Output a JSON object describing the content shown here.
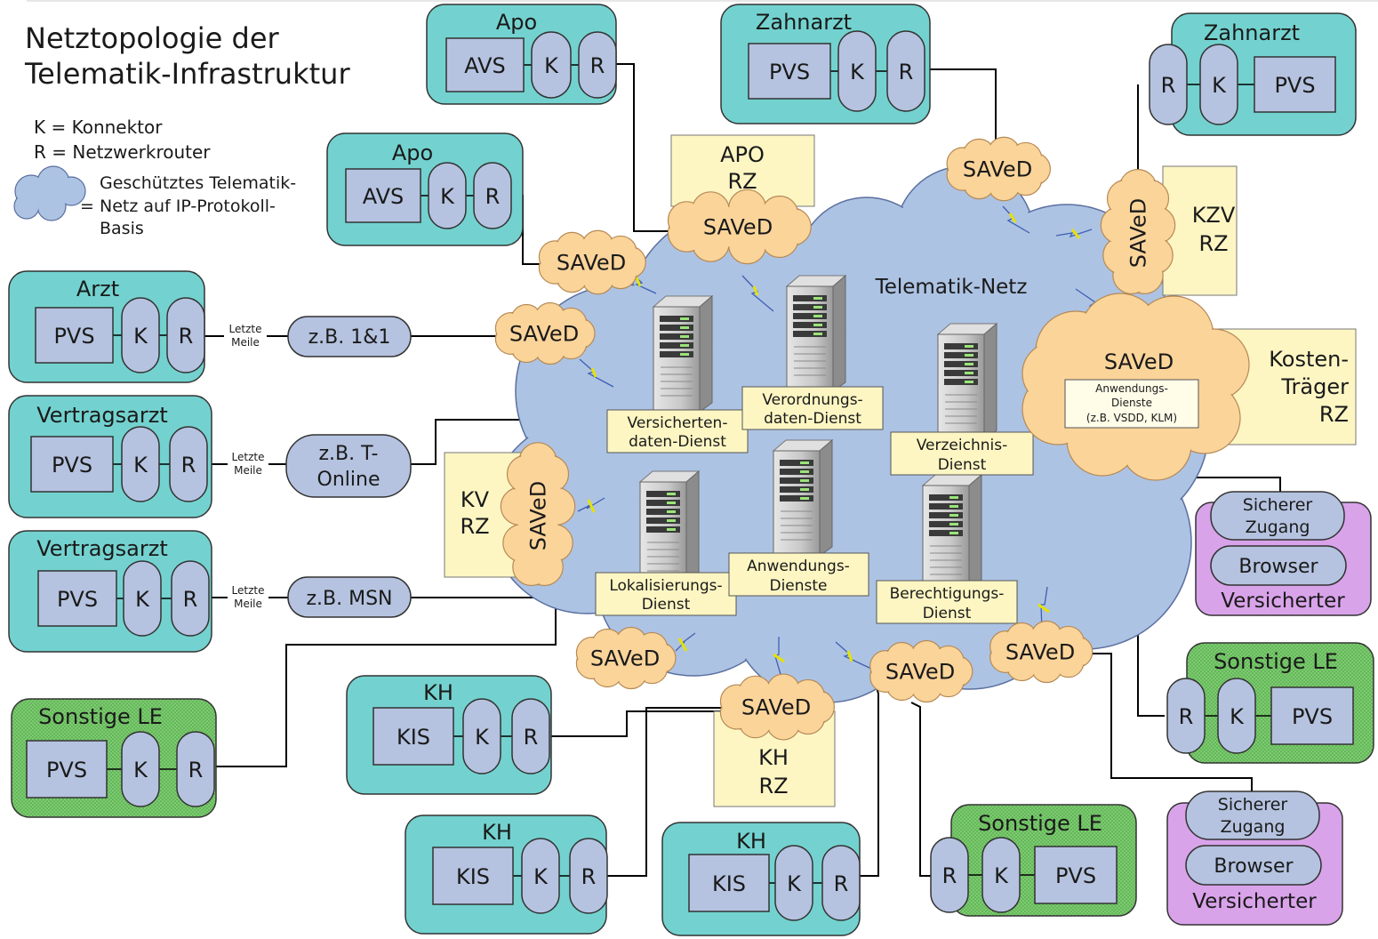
{
  "title_line1": "Netztopologie der",
  "title_line2": "Telematik-Infrastruktur",
  "legend": {
    "k": "K = Konnektor",
    "r": "R = Netzwerkrouter",
    "cloud_line1": "Geschütztes Telematik-",
    "cloud_line2": "Netz auf IP-Protokoll-",
    "cloud_line3": "Basis",
    "equals": "="
  },
  "network_label": "Telematik-Netz",
  "saved": "SAVeD",
  "labels": {
    "avs": "AVS",
    "pvs": "PVS",
    "kis": "KIS",
    "k": "K",
    "r": "R",
    "apo": "Apo",
    "zahnarzt": "Zahnarzt",
    "arzt": "Arzt",
    "vertragsarzt": "Vertragsarzt",
    "sonstige": "Sonstige LE",
    "kh": "KH",
    "letzte": "Letzte",
    "meile": "Meile",
    "sicherer": "Sicherer",
    "zugang": "Zugang",
    "browser": "Browser",
    "versicherter": "Versicherter"
  },
  "isps": {
    "isp1": "z.B. 1&1",
    "isp2_line1": "z.B. T-",
    "isp2_line2": "Online",
    "isp3": "z.B. MSN"
  },
  "rz": {
    "apo_line1": "APO",
    "apo_line2": "RZ",
    "kzv_line1": "KZV",
    "kzv_line2": "RZ",
    "kv_line1": "KV",
    "kv_line2": "RZ",
    "kh_line1": "KH",
    "kh_line2": "RZ",
    "kt_line1": "Kosten-",
    "kt_line2": "Träger",
    "kt_line3": "RZ",
    "anw_line1": "Anwendungs-",
    "anw_line2": "Dienste",
    "anw_line3": "(z.B. VSDD, KLM)"
  },
  "services": {
    "vsd_line1": "Versicherten-",
    "vsd_line2": "daten-Dienst",
    "vod_line1": "Verordnungs-",
    "vod_line2": "daten-Dienst",
    "vz_line1": "Verzeichnis-",
    "vz_line2": "Dienst",
    "lok_line1": "Lokalisierungs-",
    "lok_line2": "Dienst",
    "anw_line1": "Anwendungs-",
    "anw_line2": "Dienste",
    "ber_line1": "Berechtigungs-",
    "ber_line2": "Dienst"
  },
  "colors": {
    "teal": "#73d2cf",
    "green": "#75c86a",
    "purple": "#d9a3ea",
    "cloud": "#adc3e3",
    "saved": "#fbd49a",
    "rz": "#fdf6c3",
    "node": "#b5c3e0"
  }
}
